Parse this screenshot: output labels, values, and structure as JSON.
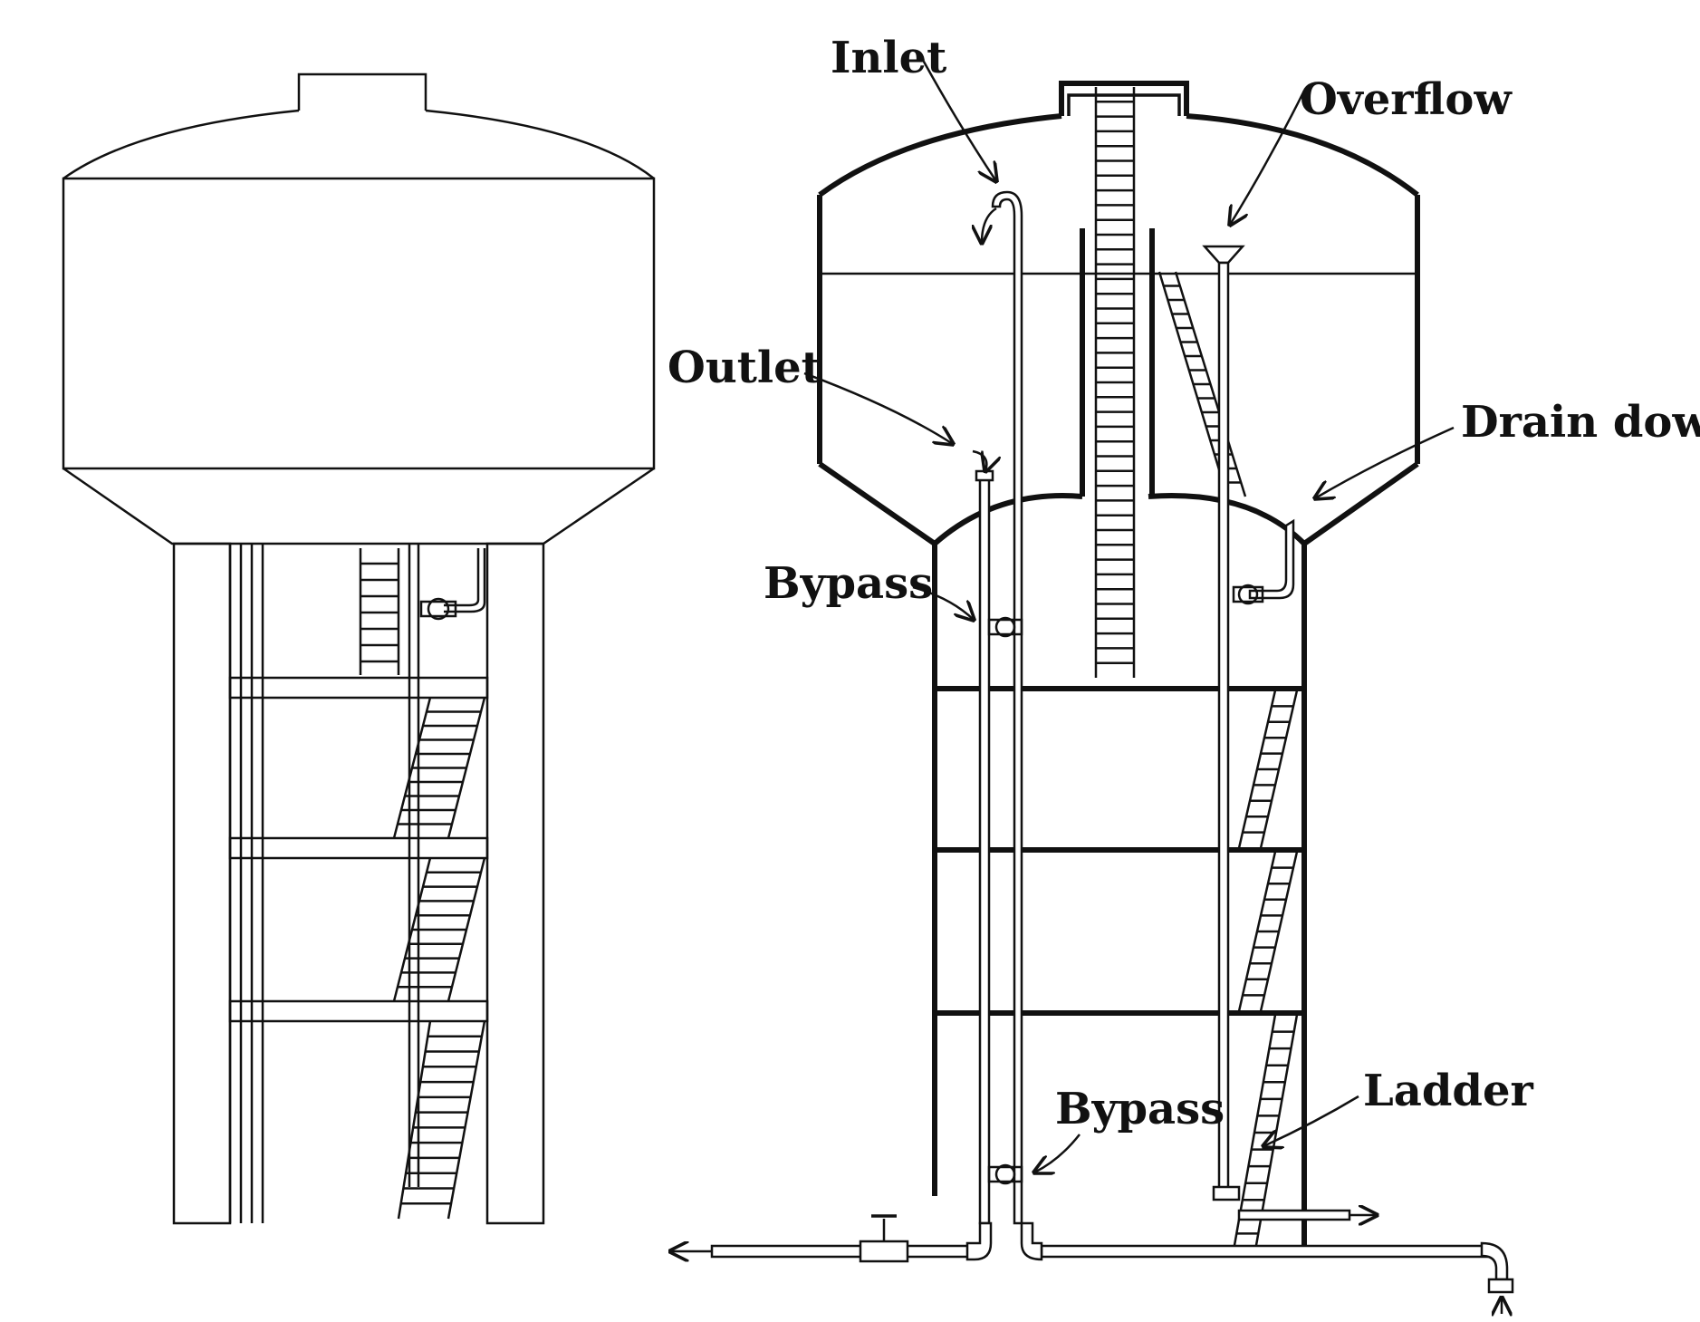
{
  "labels": {
    "inlet": "Inlet",
    "overflow": "Overflow",
    "outlet": "Outlet",
    "drain_down": "Drain down",
    "bypass_upper": "Bypass",
    "bypass_lower": "Bypass",
    "ladder": "Ladder"
  },
  "colors": {
    "ink": "#111111",
    "background": "#ffffff"
  }
}
